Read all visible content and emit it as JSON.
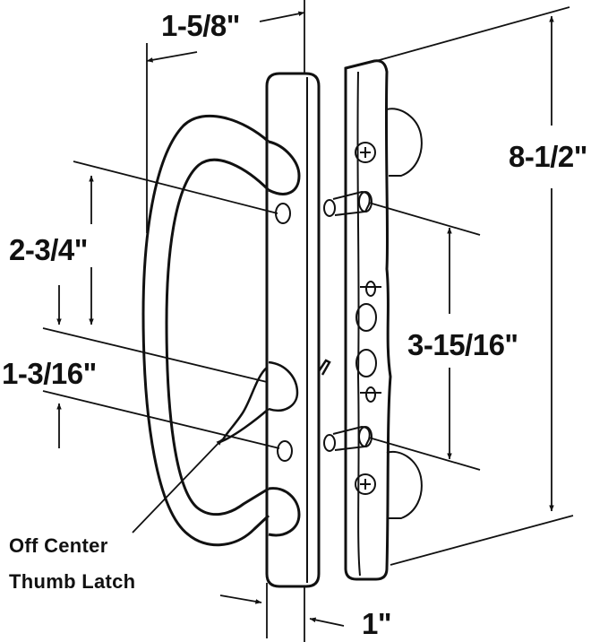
{
  "dimensions": {
    "top_width": "1-5/8\"",
    "overall_height": "8-1/2\"",
    "handle_hole_spacing": "2-3/4\"",
    "latch_offset": "1-3/16\"",
    "mount_spacing": "3-15/16\"",
    "bottom_width": "1\""
  },
  "callout": {
    "line1": "Off Center",
    "line2": "Thumb Latch"
  },
  "colors": {
    "line": "#111111",
    "background": "#ffffff"
  }
}
